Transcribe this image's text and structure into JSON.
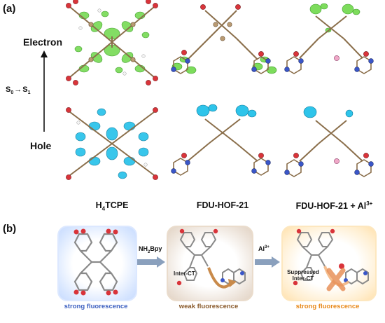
{
  "panel_a": {
    "label": "(a)",
    "electron_label": "Electron",
    "hole_label": "Hole",
    "transition_s0": "S",
    "transition_sub0": "0",
    "transition_s1": "S",
    "transition_sub1": "1",
    "columns": [
      {
        "name_prefix": "H",
        "name_sub": "4",
        "name_suffix": "TCPE"
      },
      {
        "name": "FDU-HOF-21"
      },
      {
        "name": "FDU-HOF-21 + Al",
        "name_sup": "3+"
      }
    ]
  },
  "panel_b": {
    "label": "(b)",
    "arrow1_label": "NH",
    "arrow1_sub": "2",
    "arrow1_suffix": "Bpy",
    "arrow2_label": "Al",
    "arrow2_sup": "3+",
    "inter_ct": "Inter-CT",
    "suppressed_line1": "Suppressed",
    "suppressed_line2": "Inter-CT",
    "captions": [
      "strong fluorescence",
      "weak fluorescence",
      "strong fluorescence"
    ],
    "caption_colors": [
      "#3b5fc0",
      "#8a5a2b",
      "#e8891a"
    ]
  },
  "colors": {
    "electron_lobe": "#7ddc5c",
    "hole_lobe": "#2ec4ea",
    "carbon": "#b99a72",
    "oxygen": "#d9343a",
    "nitrogen": "#3a56c8",
    "hydrogen": "#f4f4f4",
    "gray_carbon": "#8a8a8a"
  }
}
